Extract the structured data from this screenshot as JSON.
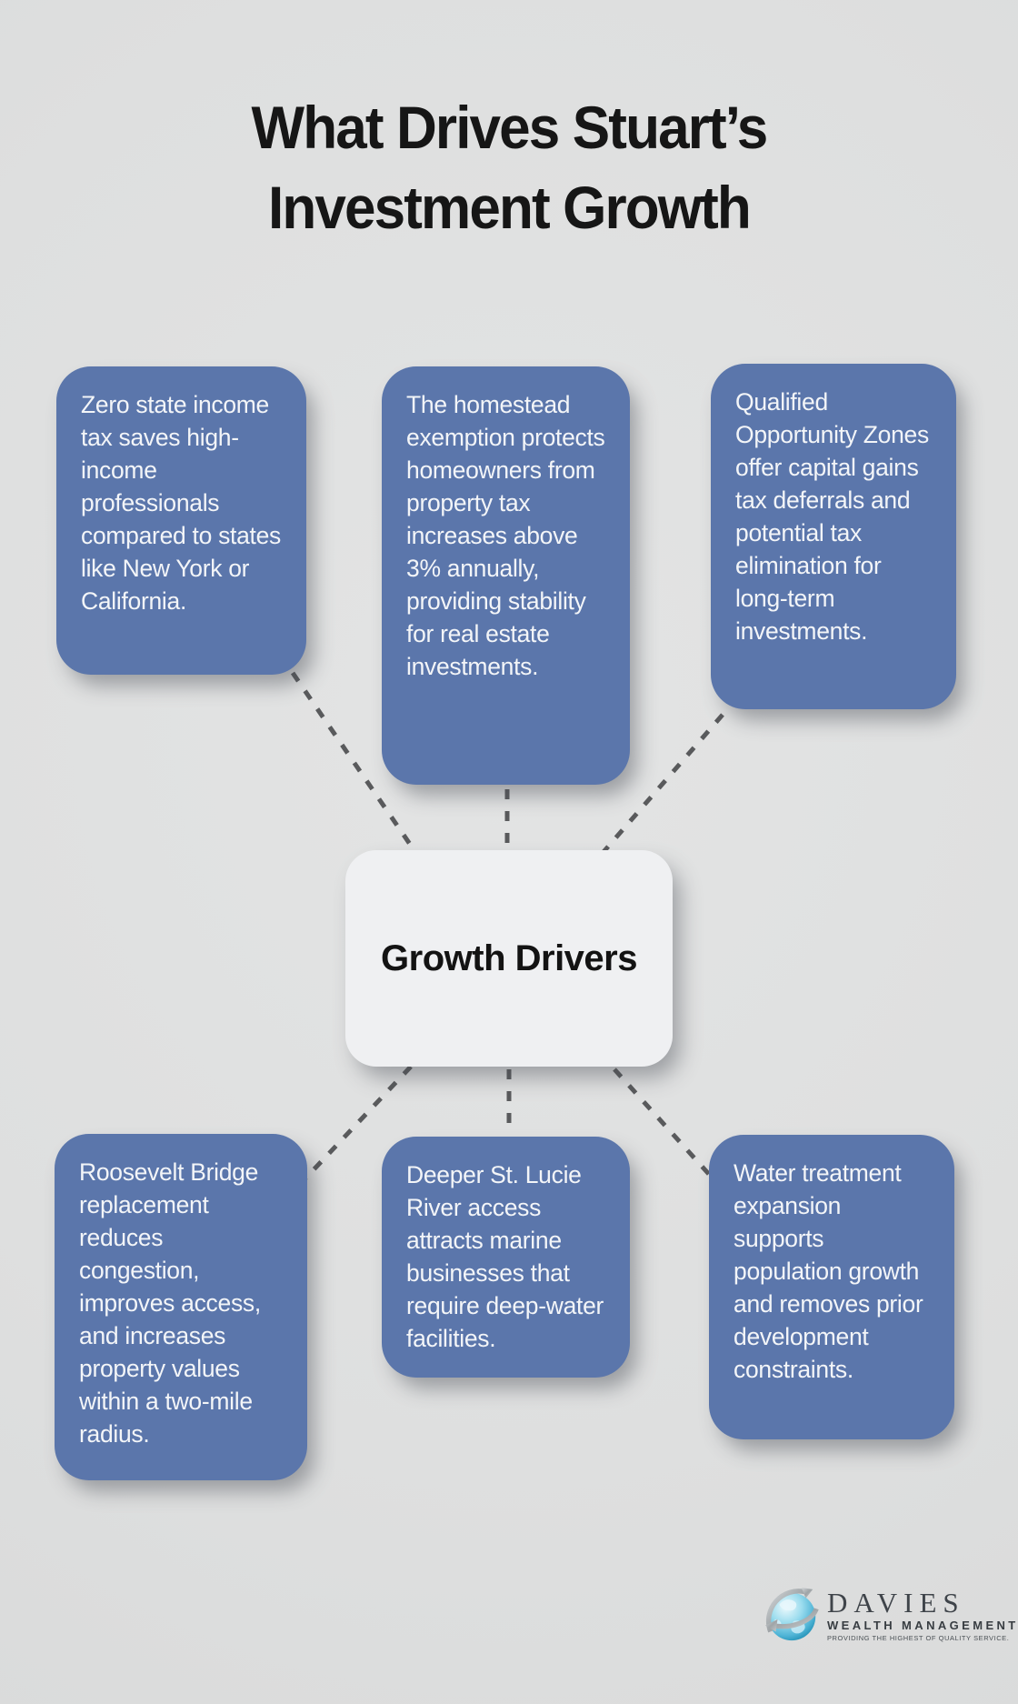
{
  "title": {
    "line1": "What Drives Stuart’s",
    "line2": "Investment Growth"
  },
  "center": {
    "label": "Growth Drivers"
  },
  "nodes": [
    {
      "id": "zero-state-income-tax",
      "text": "Zero state income tax saves high-income professionals compared to states like New York or California."
    },
    {
      "id": "homestead-exemption",
      "text": "The homestead exemption protects homeowners from property tax increases above 3% annually, providing stability for real estate investments."
    },
    {
      "id": "qualified-opportunity-zones",
      "text": "Qualified Opportunity Zones offer capital gains tax deferrals and potential tax elimination for long-term investments."
    },
    {
      "id": "roosevelt-bridge-replacement",
      "text": "Roosevelt Bridge replacement reduces congestion, improves access, and increases property values within a two-mile radius."
    },
    {
      "id": "deeper-st-lucie-river-access",
      "text": "Deeper St. Lucie River access attracts marine businesses that require deep-water facilities."
    },
    {
      "id": "water-treatment-expansion",
      "text": "Water treatment expansion supports population growth and removes prior development constraints."
    }
  ],
  "logo": {
    "name": "DAVIES",
    "subtitle": "WEALTH MANAGEMENT",
    "tagline": "PROVIDING THE HIGHEST OF QUALITY SERVICE.",
    "icon": "globe-with-arrows"
  },
  "colors": {
    "background": "#dedfdf",
    "node_background": "#5b76ab",
    "node_text": "#f3f5f8",
    "center_background": "#eff0f2",
    "connector": "#595a5c",
    "title_text": "#161616",
    "globe_blue": "#35a8cc",
    "arrow_silver": "#a8adb0"
  }
}
